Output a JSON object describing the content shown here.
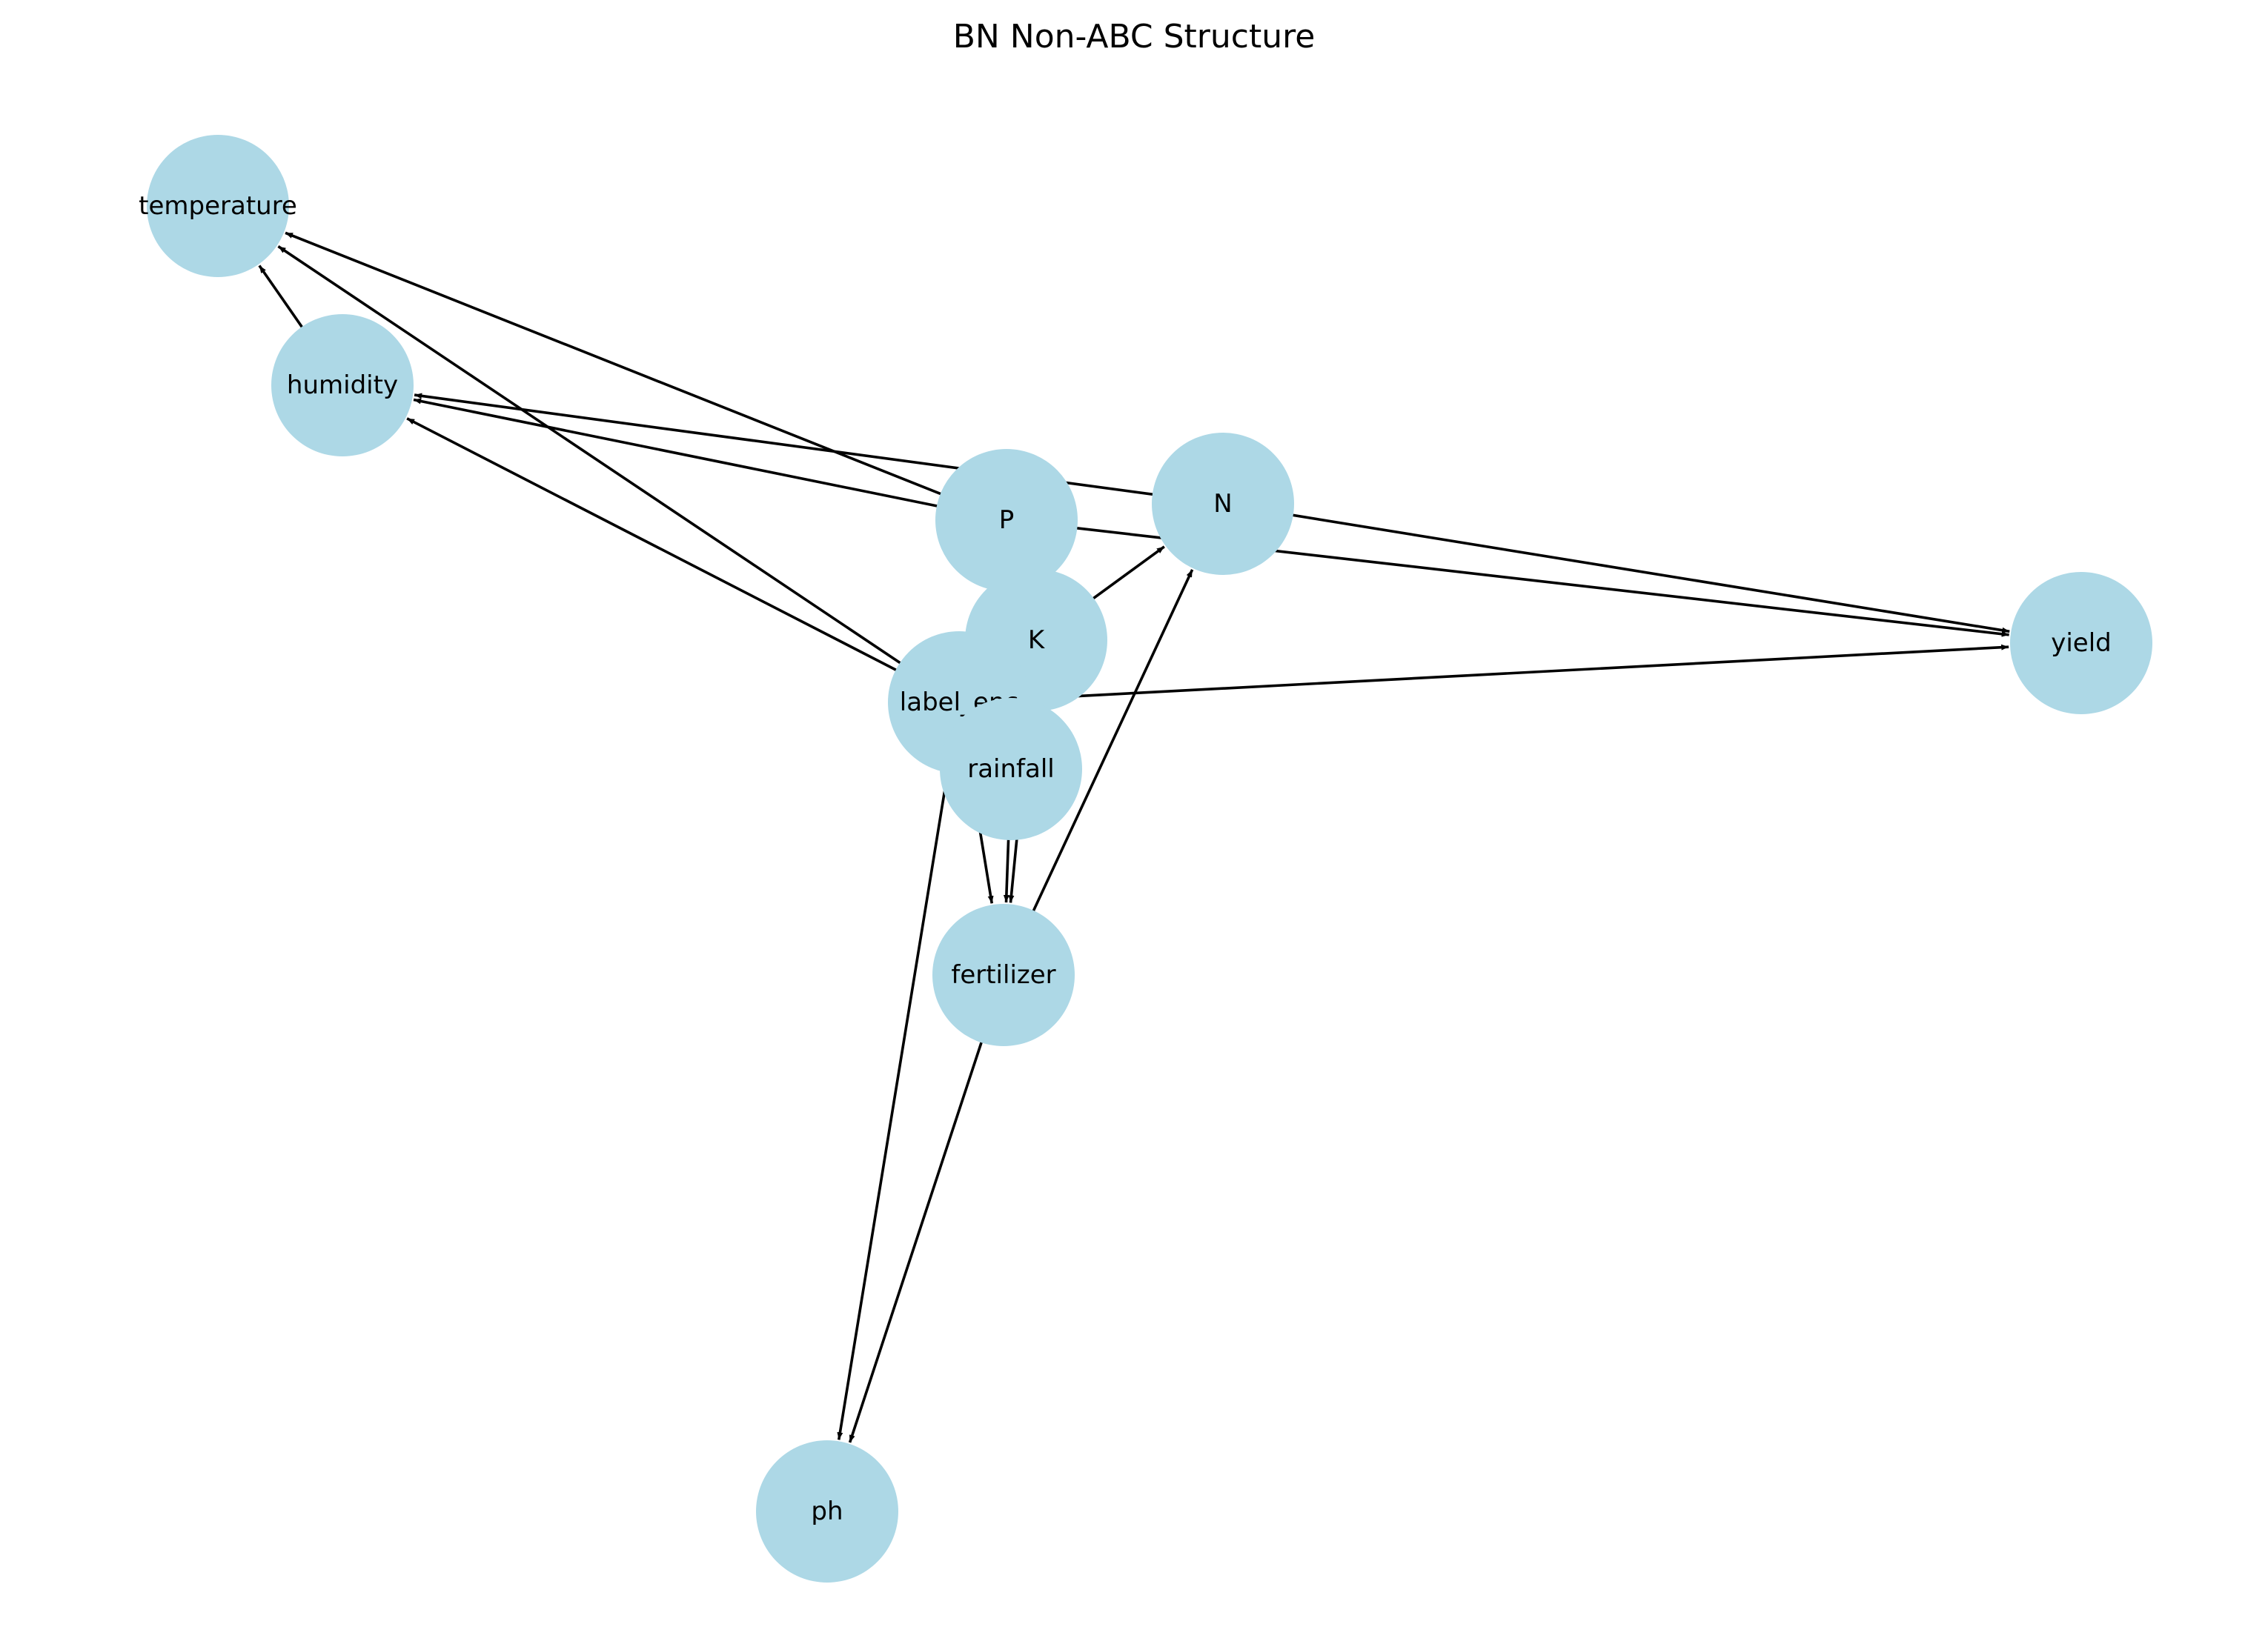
{
  "title": "BN Non-ABC Structure",
  "colors": {
    "node_fill": "#add8e6",
    "edge": "#000000",
    "text": "#000000",
    "background": "#ffffff"
  },
  "nodes": [
    {
      "id": "temperature",
      "label": "temperature"
    },
    {
      "id": "humidity",
      "label": "humidity"
    },
    {
      "id": "P",
      "label": "P"
    },
    {
      "id": "N",
      "label": "N"
    },
    {
      "id": "K",
      "label": "K"
    },
    {
      "id": "label_enc",
      "label": "label_enc"
    },
    {
      "id": "rainfall",
      "label": "rainfall"
    },
    {
      "id": "fertilizer",
      "label": "fertilizer"
    },
    {
      "id": "yield",
      "label": "yield"
    },
    {
      "id": "ph",
      "label": "ph"
    }
  ],
  "edges": [
    {
      "from": "humidity",
      "to": "temperature"
    },
    {
      "from": "P",
      "to": "temperature"
    },
    {
      "from": "label_enc",
      "to": "temperature"
    },
    {
      "from": "N",
      "to": "humidity"
    },
    {
      "from": "P",
      "to": "humidity"
    },
    {
      "from": "label_enc",
      "to": "humidity"
    },
    {
      "from": "K",
      "to": "N"
    },
    {
      "from": "fertilizer",
      "to": "N"
    },
    {
      "from": "N",
      "to": "yield"
    },
    {
      "from": "P",
      "to": "yield"
    },
    {
      "from": "label_enc",
      "to": "yield"
    },
    {
      "from": "rainfall",
      "to": "fertilizer"
    },
    {
      "from": "label_enc",
      "to": "fertilizer"
    },
    {
      "from": "K",
      "to": "fertilizer"
    },
    {
      "from": "label_enc",
      "to": "ph"
    },
    {
      "from": "fertilizer",
      "to": "ph"
    }
  ]
}
